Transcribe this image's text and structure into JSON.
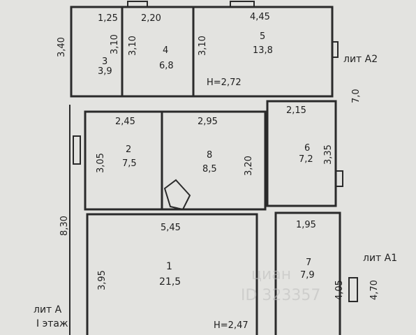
{
  "plan": {
    "floor_label": "лит А",
    "floor_level": "I этаж",
    "annex_labels": {
      "a1": "лит А1",
      "a2": "лит А2"
    },
    "ceiling_heights": {
      "upper": "H=2,72",
      "lower": "H=2,47"
    },
    "outer_dimensions": {
      "upper_left": "3,40",
      "lower_left": "8,30",
      "right_upper": "7,0",
      "right_lower": "4,70"
    },
    "rooms": [
      {
        "id": "1",
        "area": "21,5",
        "width": "5,45",
        "depth": "3,95"
      },
      {
        "id": "2",
        "area": "7,5",
        "width": "2,45",
        "depth": "3,05"
      },
      {
        "id": "3",
        "area": "3,9",
        "width": "1,25",
        "depth": "3,10"
      },
      {
        "id": "4",
        "area": "6,8",
        "width": "2,20",
        "depth": "3,10"
      },
      {
        "id": "5",
        "area": "13,8",
        "width": "4,45",
        "depth": "3,10"
      },
      {
        "id": "6",
        "area": "7,2",
        "width": "2,15",
        "depth": "3,35"
      },
      {
        "id": "7",
        "area": "7,9",
        "width": "1,95",
        "depth": "4,05"
      },
      {
        "id": "8",
        "area": "8,5",
        "width": "2,95",
        "depth": "3,20"
      }
    ],
    "watermark": {
      "brand": "циан",
      "id_text": "ID 323357"
    }
  }
}
